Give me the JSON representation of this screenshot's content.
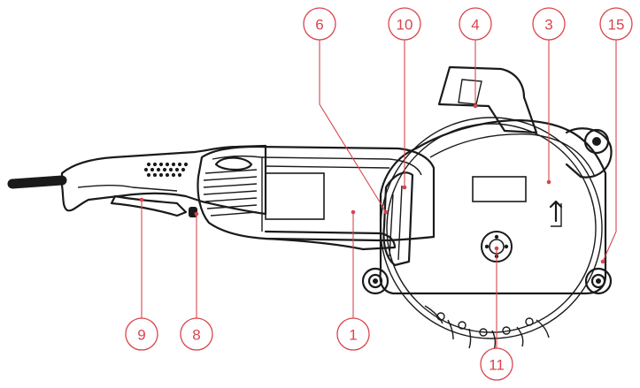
{
  "colors": {
    "callout": "#d9454c",
    "outline": "#1a1a1a",
    "background": "#ffffff"
  },
  "callouts": [
    {
      "id": "6",
      "label": "6"
    },
    {
      "id": "10",
      "label": "10"
    },
    {
      "id": "4",
      "label": "4"
    },
    {
      "id": "3",
      "label": "3"
    },
    {
      "id": "15",
      "label": "15"
    },
    {
      "id": "9",
      "label": "9"
    },
    {
      "id": "8",
      "label": "8"
    },
    {
      "id": "1",
      "label": "1"
    },
    {
      "id": "11",
      "label": "11"
    }
  ]
}
